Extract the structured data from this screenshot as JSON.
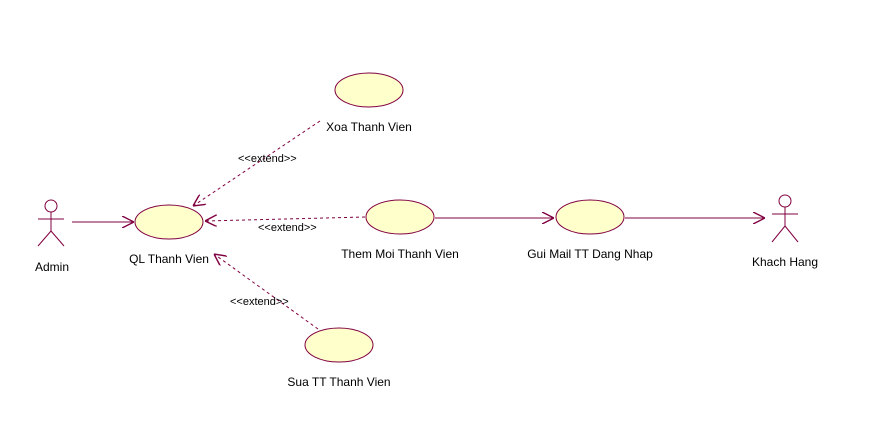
{
  "diagram": {
    "type": "use-case",
    "colors": {
      "line": "#800040",
      "usecase_fill": "#ffffcc",
      "text": "#000000"
    },
    "actors": [
      {
        "id": "admin",
        "label": "Admin"
      },
      {
        "id": "khach_hang",
        "label": "Khach Hang"
      }
    ],
    "use_cases": [
      {
        "id": "ql",
        "label": "QL Thanh Vien"
      },
      {
        "id": "xoa",
        "label": "Xoa Thanh Vien"
      },
      {
        "id": "them",
        "label": "Them Moi Thanh Vien"
      },
      {
        "id": "gui_mail",
        "label": "Gui Mail TT Dang Nhap"
      },
      {
        "id": "sua",
        "label": "Sua TT Thanh Vien"
      }
    ],
    "relationships": [
      {
        "from": "admin",
        "to": "ql",
        "kind": "association"
      },
      {
        "from": "xoa",
        "to": "ql",
        "kind": "extend",
        "stereotype": "<<extend>>"
      },
      {
        "from": "them",
        "to": "ql",
        "kind": "extend",
        "stereotype": "<<extend>>"
      },
      {
        "from": "sua",
        "to": "ql",
        "kind": "extend",
        "stereotype": "<<extend>>"
      },
      {
        "from": "them",
        "to": "gui_mail",
        "kind": "association"
      },
      {
        "from": "gui_mail",
        "to": "khach_hang",
        "kind": "association"
      }
    ]
  }
}
